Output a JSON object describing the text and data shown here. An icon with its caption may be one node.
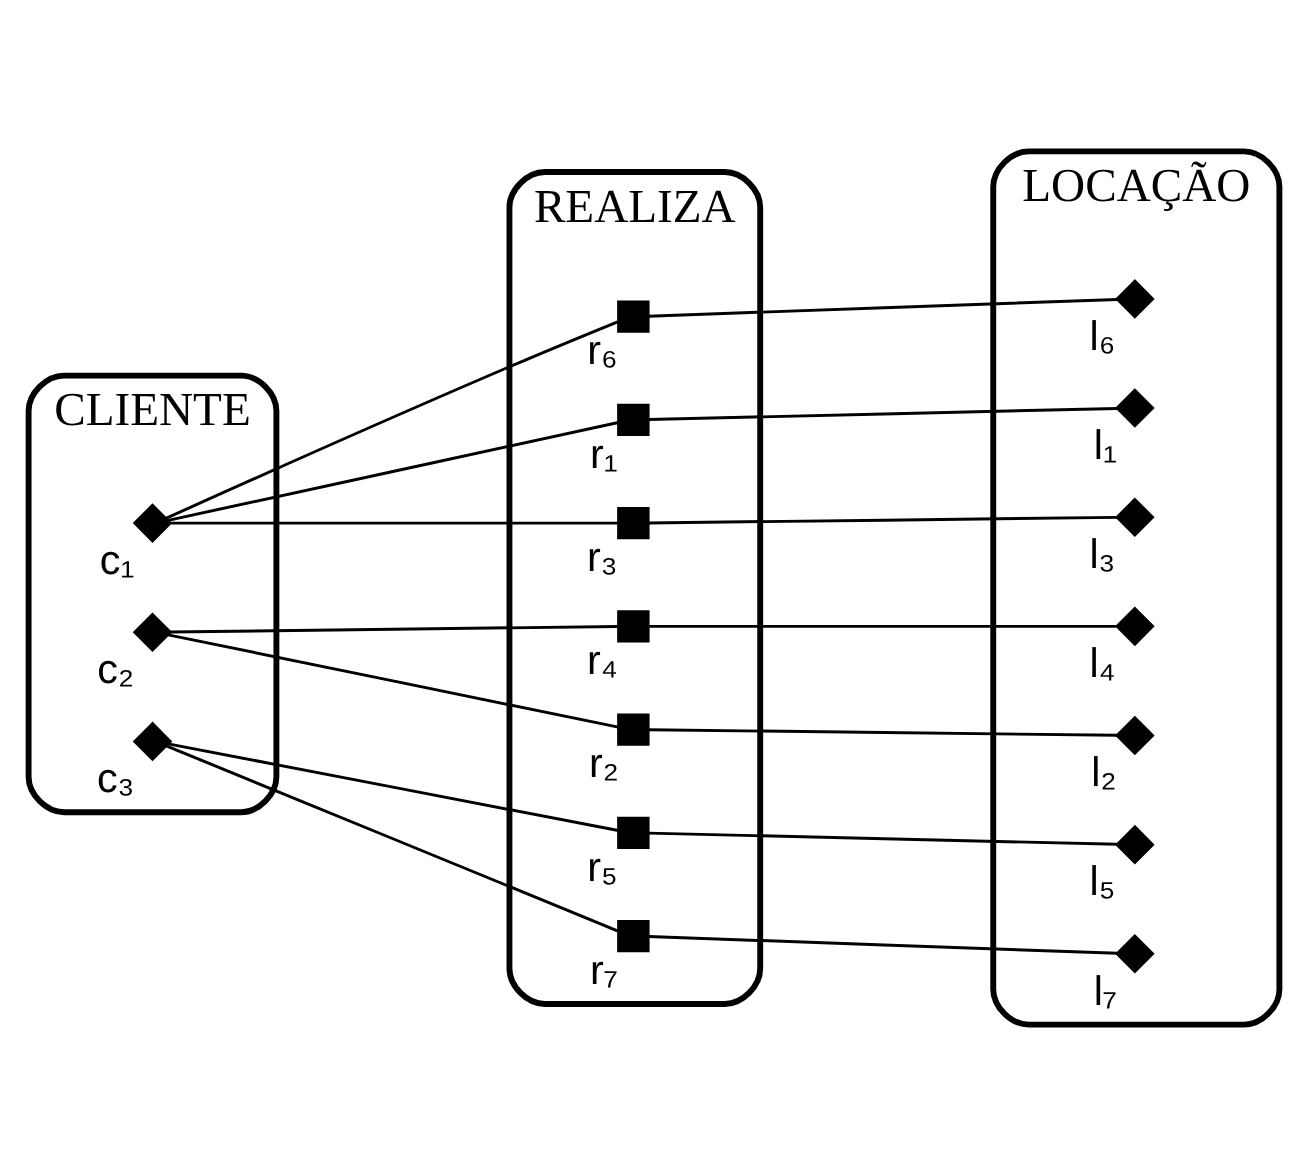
{
  "diagram": {
    "nodes": [
      {
        "text": [
          "CLIENTE"
        ]
      },
      {
        "text": [],
        "shape": "diamond",
        "in": 0,
        "beside": [
          "c₁"
        ]
      },
      {
        "text": [],
        "shape": "diamond",
        "in": 0,
        "beside": [
          "c₂"
        ]
      },
      {
        "text": [],
        "shape": "diamond",
        "in": 0,
        "beside": [
          "c₃"
        ]
      },
      {
        "text": [
          "REALIZA"
        ]
      },
      {
        "text": [],
        "shape": "box",
        "in": 4,
        "beside": [
          "r₁"
        ]
      },
      {
        "text": [],
        "shape": "box",
        "in": 4,
        "beside": [
          "r₂"
        ]
      },
      {
        "text": [],
        "shape": "box",
        "in": 4,
        "beside": [
          "r₃"
        ]
      },
      {
        "text": [],
        "shape": "box",
        "in": 4,
        "beside": [
          "r₄"
        ]
      },
      {
        "text": [],
        "shape": "box",
        "in": 4,
        "beside": [
          "r₅"
        ]
      },
      {
        "text": [],
        "shape": "box",
        "in": 4,
        "beside": [
          "r₆"
        ]
      },
      {
        "text": [],
        "shape": "box",
        "in": 4,
        "beside": [
          "r₇"
        ]
      },
      {
        "text": [
          "LOCAÇÃO"
        ]
      },
      {
        "text": [],
        "shape": "diamond",
        "in": 12,
        "beside": [
          "l₁"
        ]
      },
      {
        "text": [],
        "shape": "diamond",
        "in": 12,
        "beside": [
          "l₂"
        ]
      },
      {
        "text": [],
        "shape": "diamond",
        "in": 12,
        "beside": [
          "l₃"
        ]
      },
      {
        "text": [],
        "shape": "diamond",
        "in": 12,
        "beside": [
          "l₄"
        ]
      },
      {
        "text": [],
        "shape": "diamond",
        "in": 12,
        "beside": [
          "l₅"
        ]
      },
      {
        "text": [],
        "shape": "diamond",
        "in": 12,
        "beside": [
          "l₆"
        ]
      },
      {
        "text": [],
        "shape": "diamond",
        "in": 12,
        "beside": [
          "l₇"
        ]
      }
    ],
    "edges": [
      {
        "from": 1,
        "to": 5,
        "arrow": "none"
      },
      {
        "from": 1,
        "to": 7,
        "arrow": "none"
      },
      {
        "from": 1,
        "to": 10,
        "arrow": "none"
      },
      {
        "from": 2,
        "to": 6,
        "arrow": "none"
      },
      {
        "from": 2,
        "to": 8,
        "arrow": "none"
      },
      {
        "from": 3,
        "to": 9,
        "arrow": "none"
      },
      {
        "from": 3,
        "to": 11,
        "arrow": "none"
      },
      {
        "from": 5,
        "to": 13,
        "arrow": "none"
      },
      {
        "from": 6,
        "to": 14,
        "arrow": "none"
      },
      {
        "from": 7,
        "to": 15,
        "arrow": "none"
      },
      {
        "from": 8,
        "to": 16,
        "arrow": "none"
      },
      {
        "from": 9,
        "to": 17,
        "arrow": "none"
      },
      {
        "from": 10,
        "to": 18,
        "arrow": "none"
      },
      {
        "from": 11,
        "to": 19,
        "arrow": "none"
      }
    ]
  }
}
